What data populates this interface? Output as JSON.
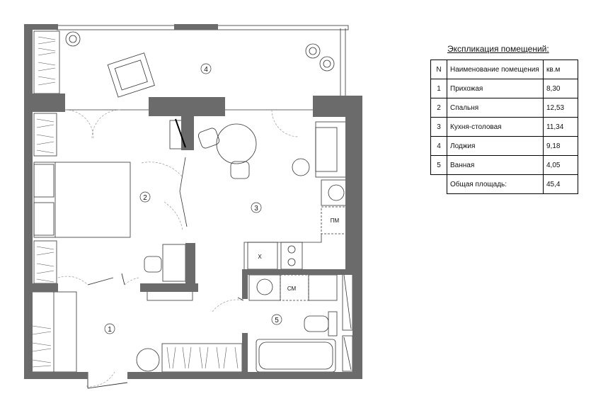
{
  "explication": {
    "title": "Экспликация помещений:",
    "headers": {
      "n": "N",
      "name": "Наименование помещения",
      "area": "кв.м"
    },
    "rows": [
      {
        "n": "1",
        "name": "Прихожая",
        "area": "8,30"
      },
      {
        "n": "2",
        "name": "Спальня",
        "area": "12,53"
      },
      {
        "n": "3",
        "name": "Кухня-столовая",
        "area": "11,34"
      },
      {
        "n": "4",
        "name": "Лоджия",
        "area": "9,18"
      },
      {
        "n": "5",
        "name": "Ванная",
        "area": "4,05"
      }
    ],
    "total": {
      "name": "Общая площадь:",
      "area": "45,4"
    }
  },
  "plan": {
    "room_numbers": [
      "1",
      "2",
      "3",
      "4",
      "5"
    ],
    "labels": {
      "washing_machine": "СМ",
      "dishwasher": "ПМ",
      "fridge": "Х"
    }
  },
  "colors": {
    "wall": "#6b6b6b",
    "line": "#333333",
    "dashed": "#9a9a9a"
  }
}
